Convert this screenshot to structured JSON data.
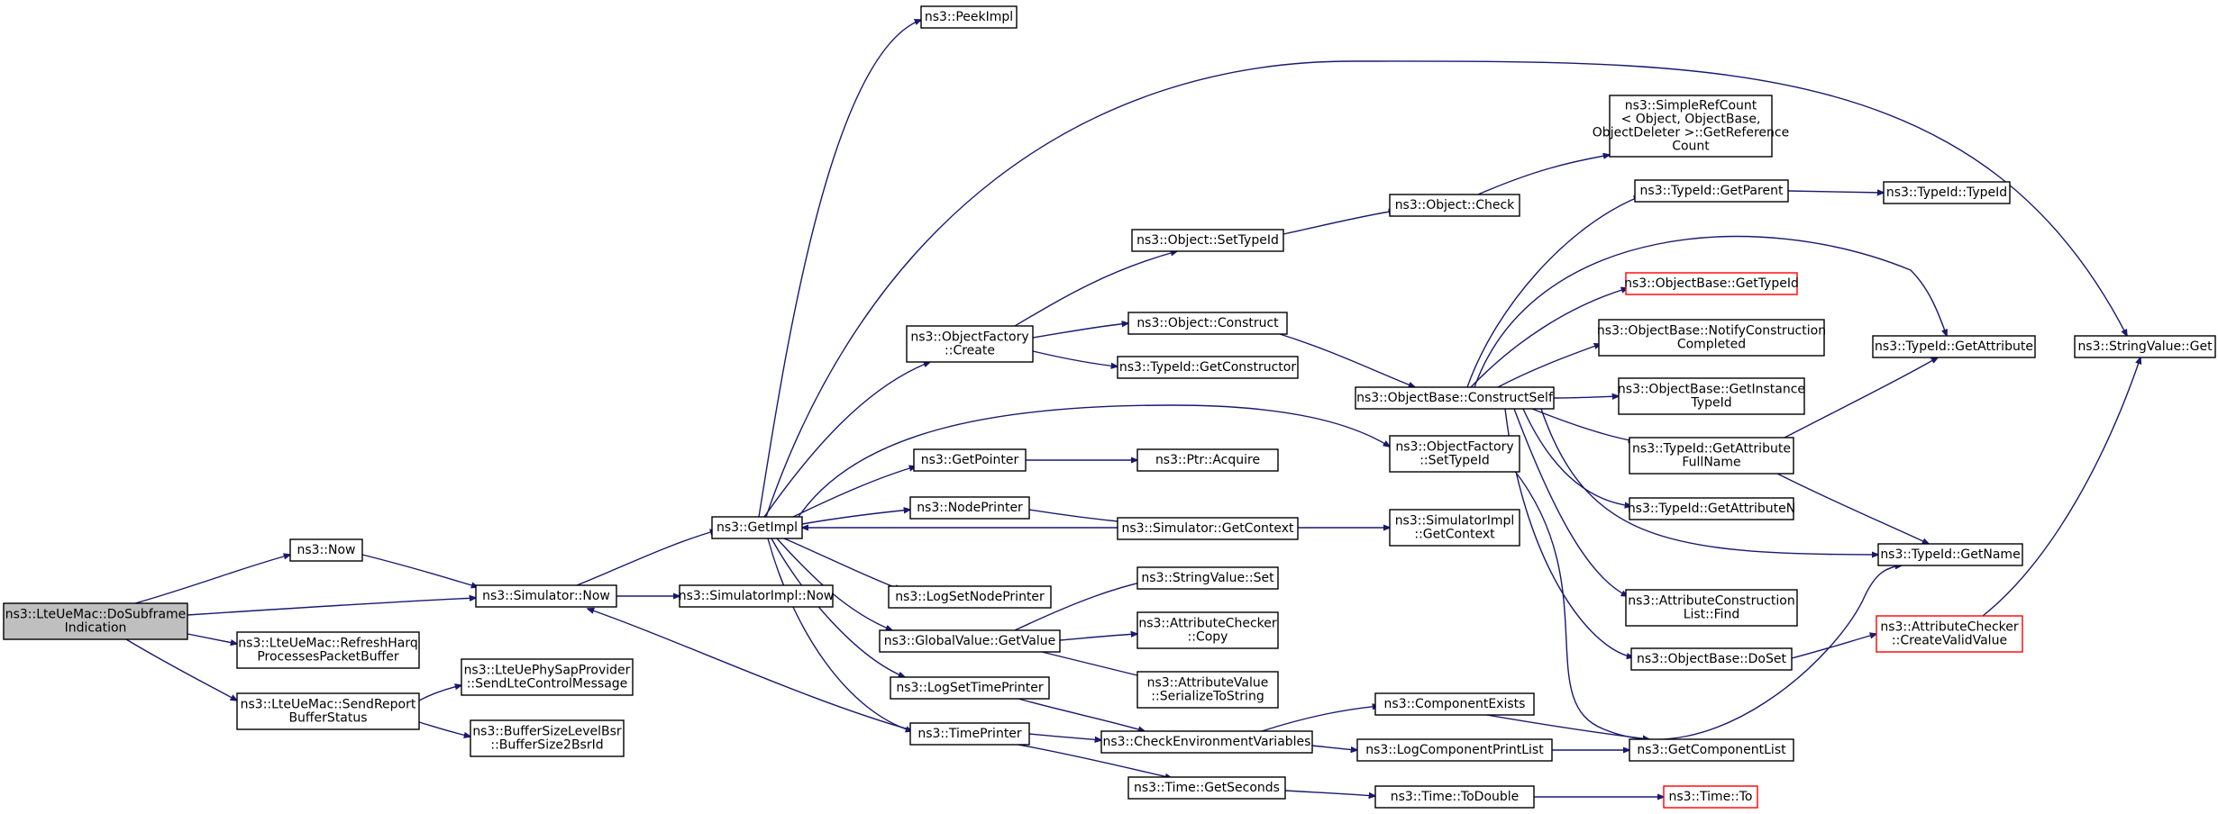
{
  "colors": {
    "edge": "#191970",
    "root_fill": "#bfbfbf",
    "highlight_border": "#ff0000"
  },
  "nodes": [
    {
      "id": "doSubframe",
      "lines": [
        "ns3::LteUeMac::DoSubframe",
        "Indication"
      ],
      "root": true
    },
    {
      "id": "now",
      "lines": [
        "ns3::Now"
      ]
    },
    {
      "id": "refreshHarq",
      "lines": [
        "ns3::LteUeMac::RefreshHarq",
        "ProcessesPacketBuffer"
      ]
    },
    {
      "id": "sendReport",
      "lines": [
        "ns3::LteUeMac::SendReport",
        "BufferStatus"
      ]
    },
    {
      "id": "simNow",
      "lines": [
        "ns3::Simulator::Now"
      ]
    },
    {
      "id": "sendLteCtrl",
      "lines": [
        "ns3::LteUePhySapProvider",
        "::SendLteControlMessage"
      ]
    },
    {
      "id": "bufferSize",
      "lines": [
        "ns3::BufferSizeLevelBsr",
        "::BufferSize2BsrId"
      ]
    },
    {
      "id": "getImpl",
      "lines": [
        "ns3::GetImpl"
      ]
    },
    {
      "id": "simImplNow",
      "lines": [
        "ns3::SimulatorImpl::Now"
      ]
    },
    {
      "id": "peekImpl",
      "lines": [
        "ns3::PeekImpl"
      ]
    },
    {
      "id": "ofCreate",
      "lines": [
        "ns3::ObjectFactory",
        "::Create"
      ]
    },
    {
      "id": "getPointer",
      "lines": [
        "ns3::GetPointer"
      ]
    },
    {
      "id": "nodePrinter",
      "lines": [
        "ns3::NodePrinter"
      ]
    },
    {
      "id": "logSetNode",
      "lines": [
        "ns3::LogSetNodePrinter"
      ]
    },
    {
      "id": "gvGetValue",
      "lines": [
        "ns3::GlobalValue::GetValue"
      ]
    },
    {
      "id": "logSetTime",
      "lines": [
        "ns3::LogSetTimePrinter"
      ]
    },
    {
      "id": "timePrinter",
      "lines": [
        "ns3::TimePrinter"
      ]
    },
    {
      "id": "objSetTypeId",
      "lines": [
        "ns3::Object::SetTypeId"
      ]
    },
    {
      "id": "objConstruct",
      "lines": [
        "ns3::Object::Construct"
      ]
    },
    {
      "id": "getConstructor",
      "lines": [
        "ns3::TypeId::GetConstructor"
      ]
    },
    {
      "id": "ptrAcquire",
      "lines": [
        "ns3::Ptr::Acquire"
      ]
    },
    {
      "id": "simGetContext",
      "lines": [
        "ns3::Simulator::GetContext"
      ]
    },
    {
      "id": "svSet",
      "lines": [
        "ns3::StringValue::Set"
      ]
    },
    {
      "id": "acCopy",
      "lines": [
        "ns3::AttributeChecker",
        "::Copy"
      ]
    },
    {
      "id": "avSerialize",
      "lines": [
        "ns3::AttributeValue",
        "::SerializeToString"
      ]
    },
    {
      "id": "checkEnv",
      "lines": [
        "ns3::CheckEnvironmentVariables"
      ]
    },
    {
      "id": "getSeconds",
      "lines": [
        "ns3::Time::GetSeconds"
      ]
    },
    {
      "id": "objCheck",
      "lines": [
        "ns3::Object::Check"
      ]
    },
    {
      "id": "constructSelf",
      "lines": [
        "ns3::ObjectBase::ConstructSelf"
      ]
    },
    {
      "id": "ofSetTypeId",
      "lines": [
        "ns3::ObjectFactory",
        "::SetTypeId"
      ]
    },
    {
      "id": "simImplGetContext",
      "lines": [
        "ns3::SimulatorImpl",
        "::GetContext"
      ]
    },
    {
      "id": "compExists",
      "lines": [
        "ns3::ComponentExists"
      ]
    },
    {
      "id": "logCompPrint",
      "lines": [
        "ns3::LogComponentPrintList"
      ]
    },
    {
      "id": "toDouble",
      "lines": [
        "ns3::Time::ToDouble"
      ]
    },
    {
      "id": "simpleRef",
      "lines": [
        "ns3::SimpleRefCount",
        "< Object, ObjectBase,",
        "ObjectDeleter >::GetReference",
        "Count"
      ]
    },
    {
      "id": "tidGetParent",
      "lines": [
        "ns3::TypeId::GetParent"
      ]
    },
    {
      "id": "obGetTypeId",
      "lines": [
        "ns3::ObjectBase::GetTypeId"
      ],
      "red": true
    },
    {
      "id": "notifyConstr",
      "lines": [
        "ns3::ObjectBase::NotifyConstruction",
        "Completed"
      ]
    },
    {
      "id": "getInstTid",
      "lines": [
        "ns3::ObjectBase::GetInstance",
        "TypeId"
      ]
    },
    {
      "id": "getAttrFull",
      "lines": [
        "ns3::TypeId::GetAttribute",
        "FullName"
      ]
    },
    {
      "id": "getAttrN",
      "lines": [
        "ns3::TypeId::GetAttributeN"
      ]
    },
    {
      "id": "acListFind",
      "lines": [
        "ns3::AttributeConstruction",
        "List::Find"
      ]
    },
    {
      "id": "doSet",
      "lines": [
        "ns3::ObjectBase::DoSet"
      ]
    },
    {
      "id": "getCompList",
      "lines": [
        "ns3::GetComponentList"
      ]
    },
    {
      "id": "timeTo",
      "lines": [
        "ns3::Time::To"
      ],
      "red": true
    },
    {
      "id": "tidTypeId",
      "lines": [
        "ns3::TypeId::TypeId"
      ]
    },
    {
      "id": "getAttribute",
      "lines": [
        "ns3::TypeId::GetAttribute"
      ]
    },
    {
      "id": "getName",
      "lines": [
        "ns3::TypeId::GetName"
      ]
    },
    {
      "id": "createValid",
      "lines": [
        "ns3::AttributeChecker",
        "::CreateValidValue"
      ],
      "red": true
    },
    {
      "id": "svGet",
      "lines": [
        "ns3::StringValue::Get"
      ]
    }
  ]
}
